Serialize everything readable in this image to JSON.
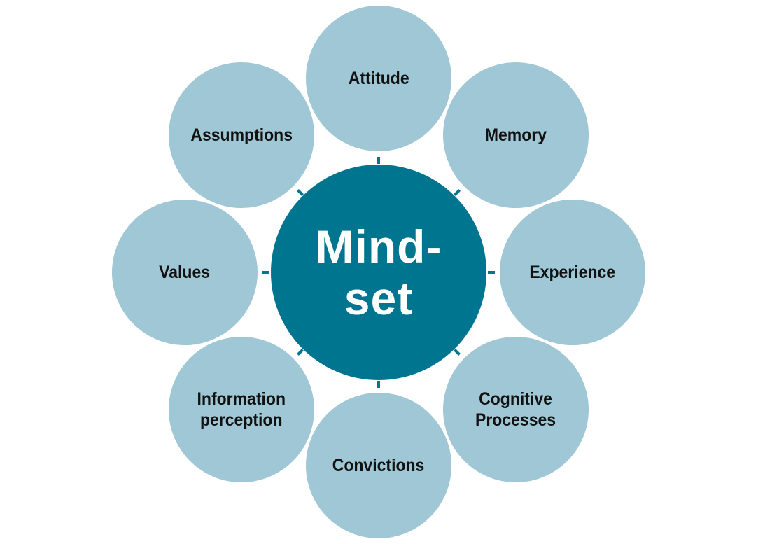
{
  "diagram": {
    "center": {
      "label": "Mind-\nset"
    },
    "nodes": [
      {
        "label": "Attitude"
      },
      {
        "label": "Memory"
      },
      {
        "label": "Experience"
      },
      {
        "label": "Cognitive\nProcesses"
      },
      {
        "label": "Convictions"
      },
      {
        "label": "Information\nperception"
      },
      {
        "label": "Values"
      },
      {
        "label": "Assumptions"
      }
    ]
  },
  "colors": {
    "hub": "#00758f",
    "node": "#9fc7d5",
    "text": "#111111",
    "hub_text": "#ffffff",
    "background": "#ffffff"
  }
}
